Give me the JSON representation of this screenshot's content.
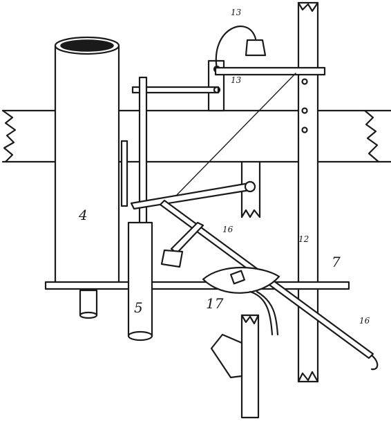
{
  "labels": {
    "pipe": "4",
    "piston": "5",
    "tie_rod": "7",
    "post": "12",
    "bell_crank_top": "13",
    "bell_crank_arm": "13",
    "lever_upper": "16",
    "lever_lower": "16",
    "valve": "17"
  }
}
